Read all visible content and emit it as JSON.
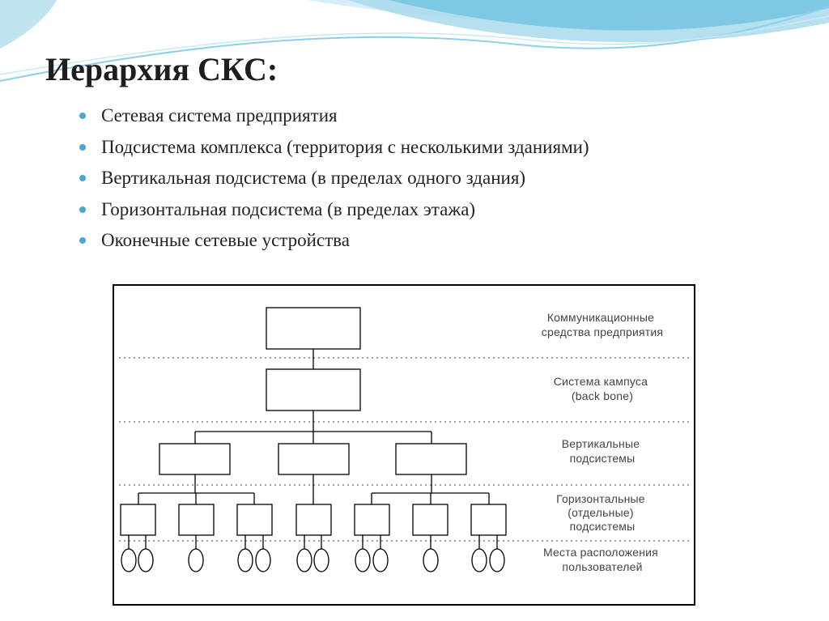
{
  "slide": {
    "title": "Иерархия СКС:",
    "bullets": [
      "Сетевая система предприятия",
      "Подсистема комплекса (территория с несколькими зданиями)",
      "Вертикальная подсистема (в пределах одного здания)",
      "Горизонтальная подсистема (в пределах этажа)",
      "Оконечные сетевые устройства"
    ]
  },
  "diagram": {
    "levels": [
      {
        "label_lines": [
          "Коммуникационные",
          "средства предприятия"
        ]
      },
      {
        "label_lines": [
          "Система кампуса",
          "(back bone)"
        ]
      },
      {
        "label_lines": [
          "Вертикальные",
          "подсистемы"
        ]
      },
      {
        "label_lines": [
          "Горизонтальные",
          "(отдельные)",
          "подсистемы"
        ]
      },
      {
        "label_lines": [
          "Места расположения",
          "пользователей"
        ]
      }
    ]
  },
  "colors": {
    "accent": "#4aa8d0",
    "wave_dark": "#5fb8d8",
    "wave_light": "#bfe3f1"
  }
}
